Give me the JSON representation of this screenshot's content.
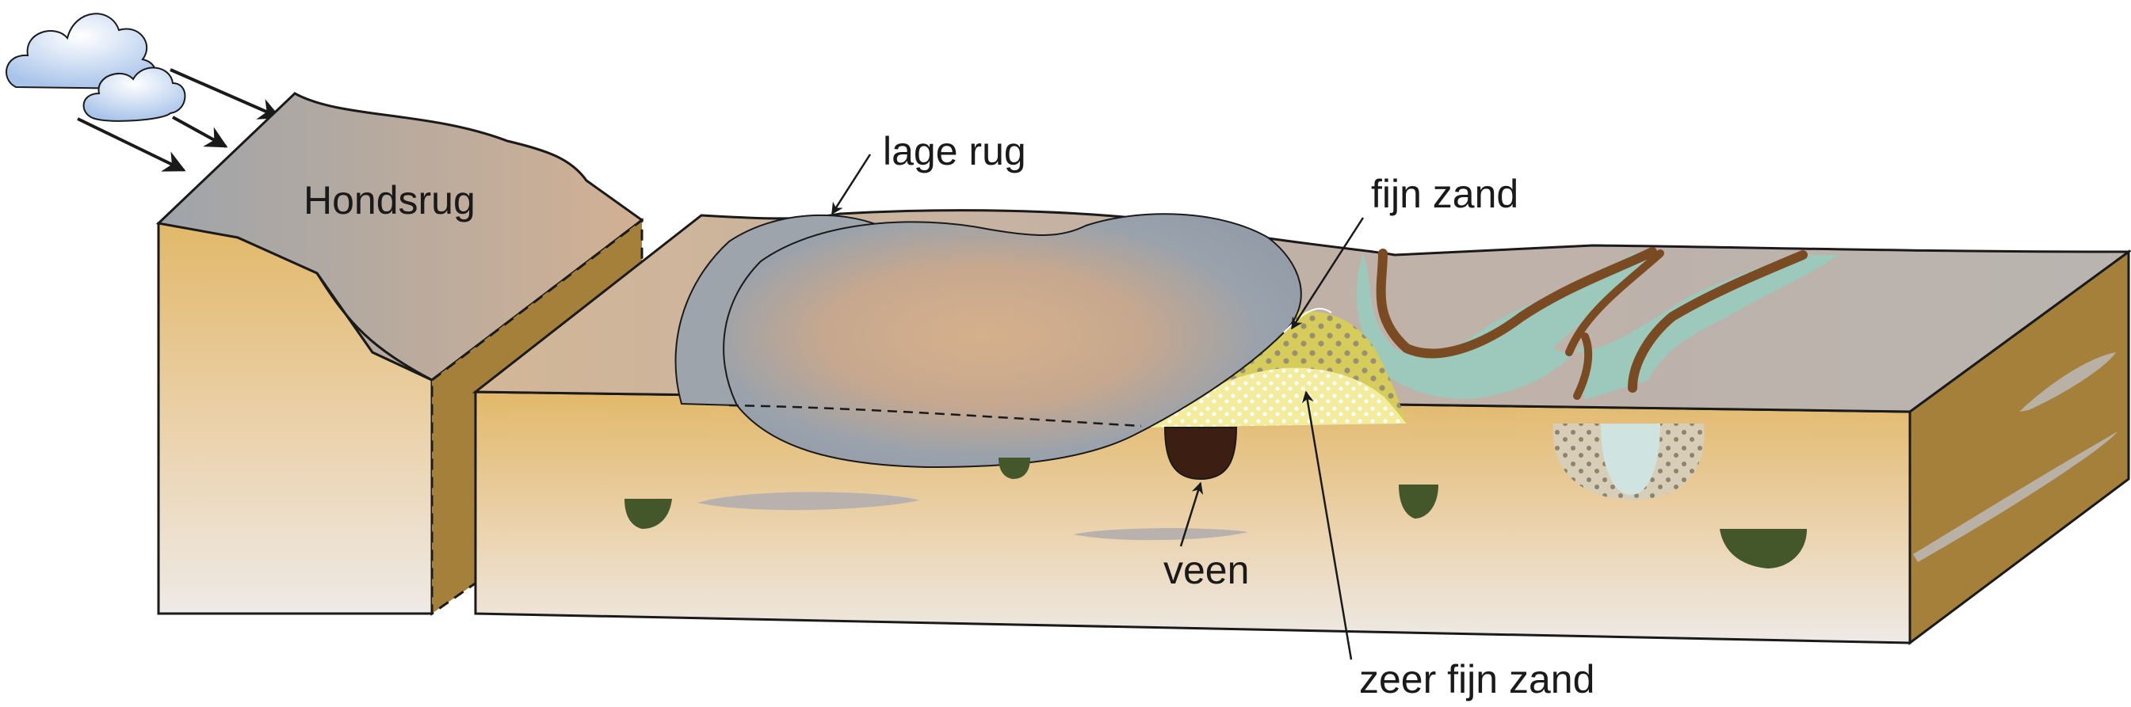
{
  "labels": {
    "hondsrug": "Hondsrug",
    "lage_rug": "lage rug",
    "fijn_zand": "fijn zand",
    "veen": "veen",
    "zeer_fijn_zand": "zeer fijn zand"
  },
  "colors": {
    "soil_top": "#e2b86a",
    "soil_bottom": "#eeeae6",
    "cut_face": "#a4803a",
    "dune_grey": "#9aa2ac",
    "dune_tan": "#c9a888",
    "fine_sand": "#d9cc5a",
    "very_fine_sand": "#f3ec9c",
    "peat": "#3c1e12",
    "stream_water": "#9cc9bb",
    "stream_bank": "#7a4a22",
    "vegetation": "#44572a",
    "cloud": "#c3d6ee"
  }
}
